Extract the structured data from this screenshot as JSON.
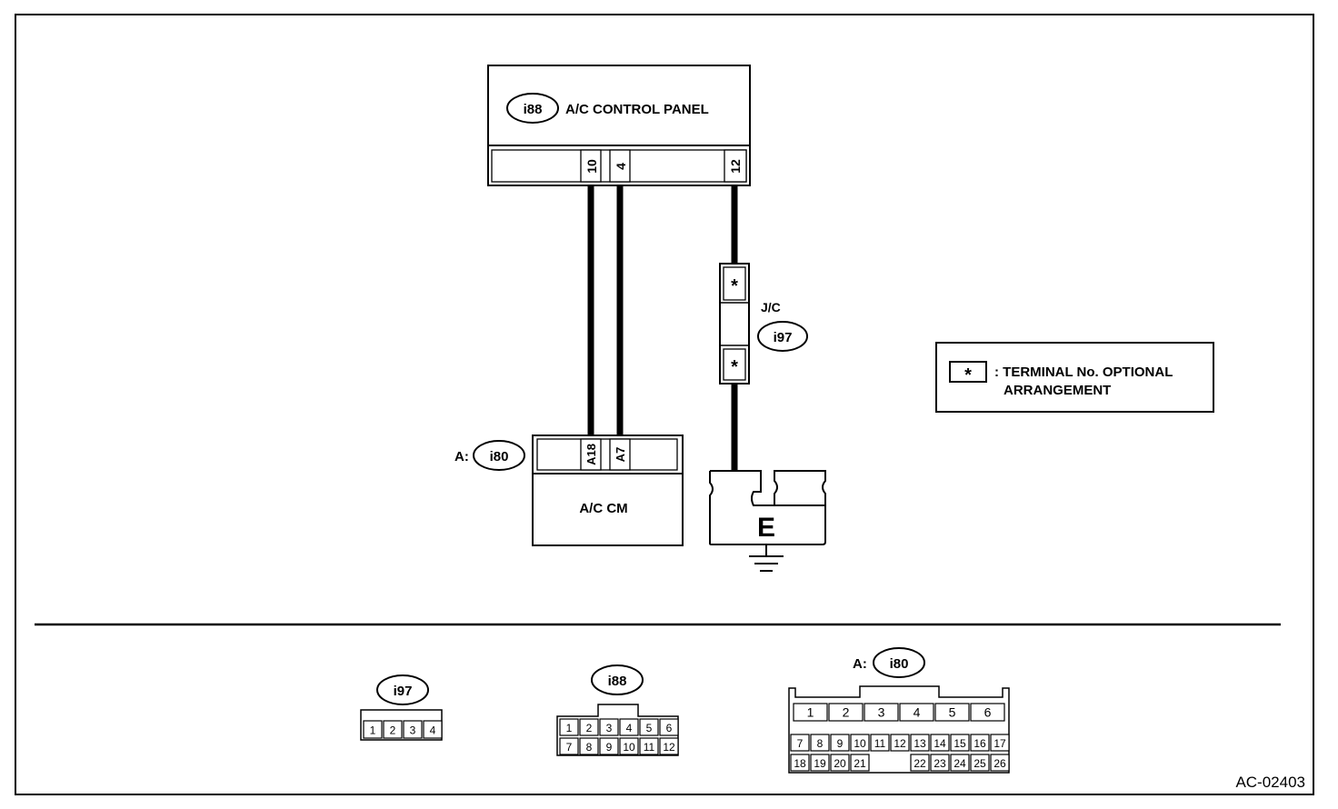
{
  "panel": {
    "connector": "i88",
    "title": "A/C CONTROL PANEL",
    "pins": [
      "10",
      "4",
      "12"
    ]
  },
  "cm": {
    "prefix": "A:",
    "connector": "i80",
    "title": "A/C CM",
    "pins": [
      "A18",
      "A7"
    ]
  },
  "jc": {
    "label": "J/C",
    "connector": "i97",
    "mark": "*"
  },
  "ground": {
    "label": "E"
  },
  "legend": {
    "mark": "*",
    "line1": ": TERMINAL No. OPTIONAL",
    "line2": "ARRANGEMENT"
  },
  "connectors": {
    "i97": {
      "label": "i97",
      "rows": [
        [
          "1",
          "2",
          "3",
          "4"
        ]
      ]
    },
    "i88": {
      "label": "i88",
      "rows": [
        [
          "1",
          "2",
          "3",
          "4",
          "5",
          "6"
        ],
        [
          "7",
          "8",
          "9",
          "10",
          "11",
          "12"
        ]
      ]
    },
    "i80": {
      "prefix": "A:",
      "label": "i80",
      "top": [
        "1",
        "2",
        "3",
        "4",
        "5",
        "6"
      ],
      "row2": [
        "7",
        "8",
        "9",
        "10",
        "11",
        "12",
        "13",
        "14",
        "15",
        "16",
        "17"
      ],
      "row3": [
        "18",
        "19",
        "20",
        "21",
        "",
        "",
        "22",
        "23",
        "24",
        "25",
        "26"
      ]
    }
  },
  "code": "AC-02403",
  "colors": {
    "line": "#000000",
    "background": "#ffffff"
  }
}
